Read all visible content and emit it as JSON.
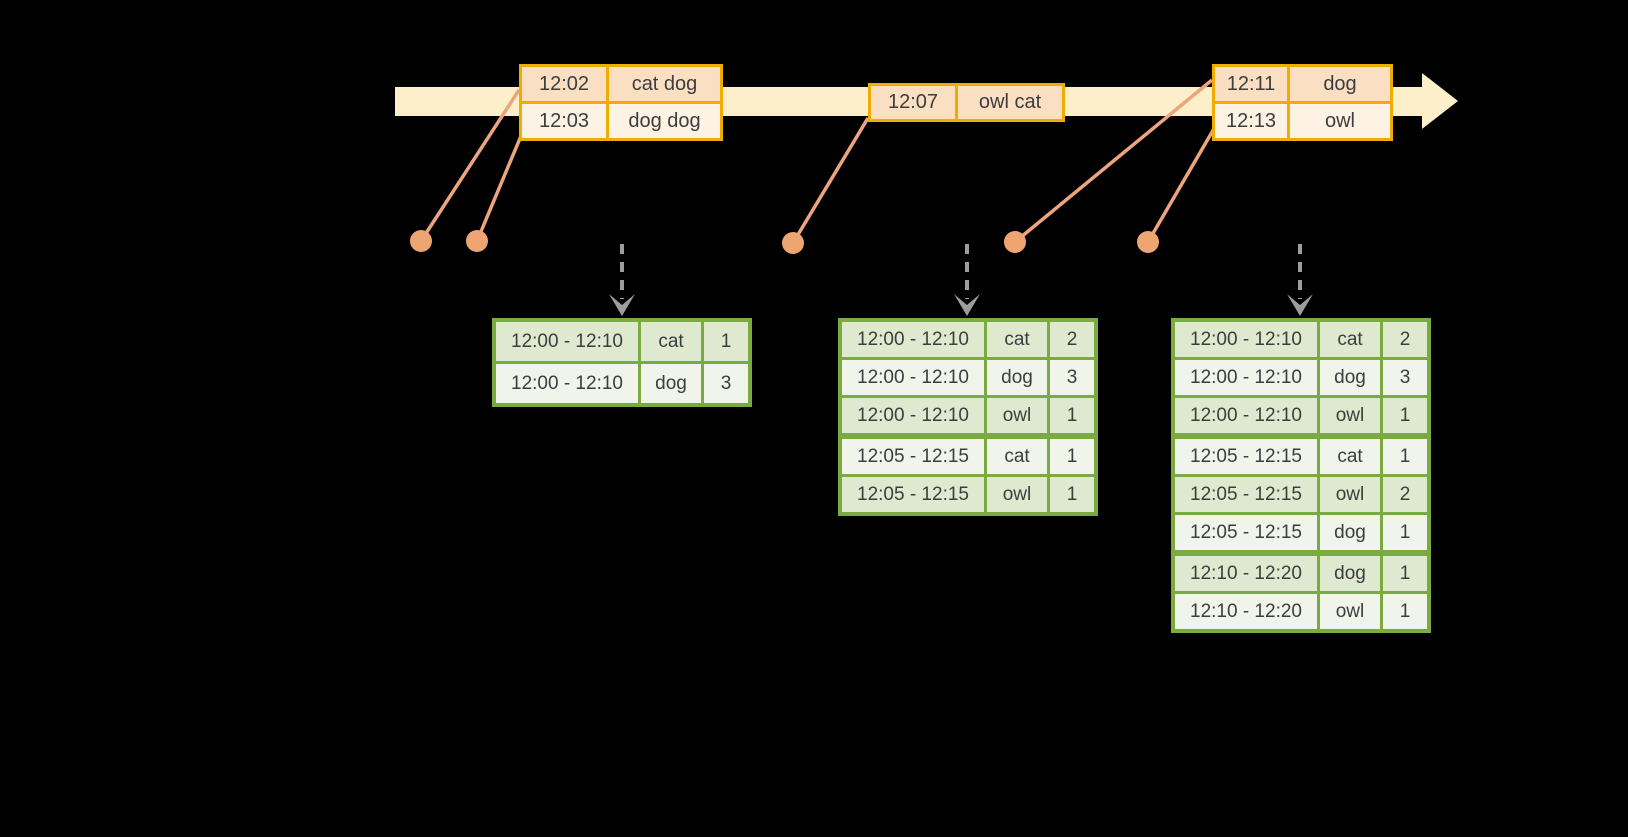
{
  "diagram": {
    "kind": "streaming-windowed-word-count",
    "timeline": {
      "direction": "right",
      "band_color": "#fcefca"
    },
    "event_tables": [
      {
        "id": "events-1",
        "rows": [
          [
            "12:02",
            "cat dog"
          ],
          [
            "12:03",
            "dog dog"
          ]
        ]
      },
      {
        "id": "events-2",
        "rows": [
          [
            "12:07",
            "owl cat"
          ]
        ]
      },
      {
        "id": "events-3",
        "rows": [
          [
            "12:11",
            "dog"
          ],
          [
            "12:13",
            "owl"
          ]
        ]
      }
    ],
    "result_tables": [
      {
        "id": "counts-1",
        "rows": [
          [
            "12:00 - 12:10",
            "cat",
            "1"
          ],
          [
            "12:00 - 12:10",
            "dog",
            "3"
          ]
        ]
      },
      {
        "id": "counts-2",
        "rows": [
          [
            "12:00 - 12:10",
            "cat",
            "2"
          ],
          [
            "12:00 - 12:10",
            "dog",
            "3"
          ],
          [
            "12:00 - 12:10",
            "owl",
            "1"
          ],
          [
            "12:05 - 12:15",
            "cat",
            "1"
          ],
          [
            "12:05 - 12:15",
            "owl",
            "1"
          ]
        ]
      },
      {
        "id": "counts-3",
        "rows": [
          [
            "12:00 - 12:10",
            "cat",
            "2"
          ],
          [
            "12:00 - 12:10",
            "dog",
            "3"
          ],
          [
            "12:00 - 12:10",
            "owl",
            "1"
          ],
          [
            "12:05 - 12:15",
            "cat",
            "1"
          ],
          [
            "12:05 - 12:15",
            "owl",
            "2"
          ],
          [
            "12:05 - 12:15",
            "dog",
            "1"
          ],
          [
            "12:10 - 12:20",
            "dog",
            "1"
          ],
          [
            "12:10 - 12:20",
            "owl",
            "1"
          ]
        ]
      }
    ],
    "icons": {
      "timeline_arrowhead": "right-arrow",
      "trigger_arrow": "dashed-down-arrow",
      "event_marker": "dot"
    },
    "colors": {
      "background": "#000000",
      "timeline_band": "#fcefca",
      "event_table_border": "#f0ac00",
      "event_row_a": "#fbdfc2",
      "event_row_b": "#fdf3e4",
      "connector": "#eca57d",
      "event_dot": "#efa571",
      "result_table_border": "#79ab40",
      "result_row_a": "#dfe9d0",
      "result_row_b": "#f0f4eb",
      "trigger_arrow": "#9d9d9d",
      "text": "#3d3d3d"
    }
  }
}
